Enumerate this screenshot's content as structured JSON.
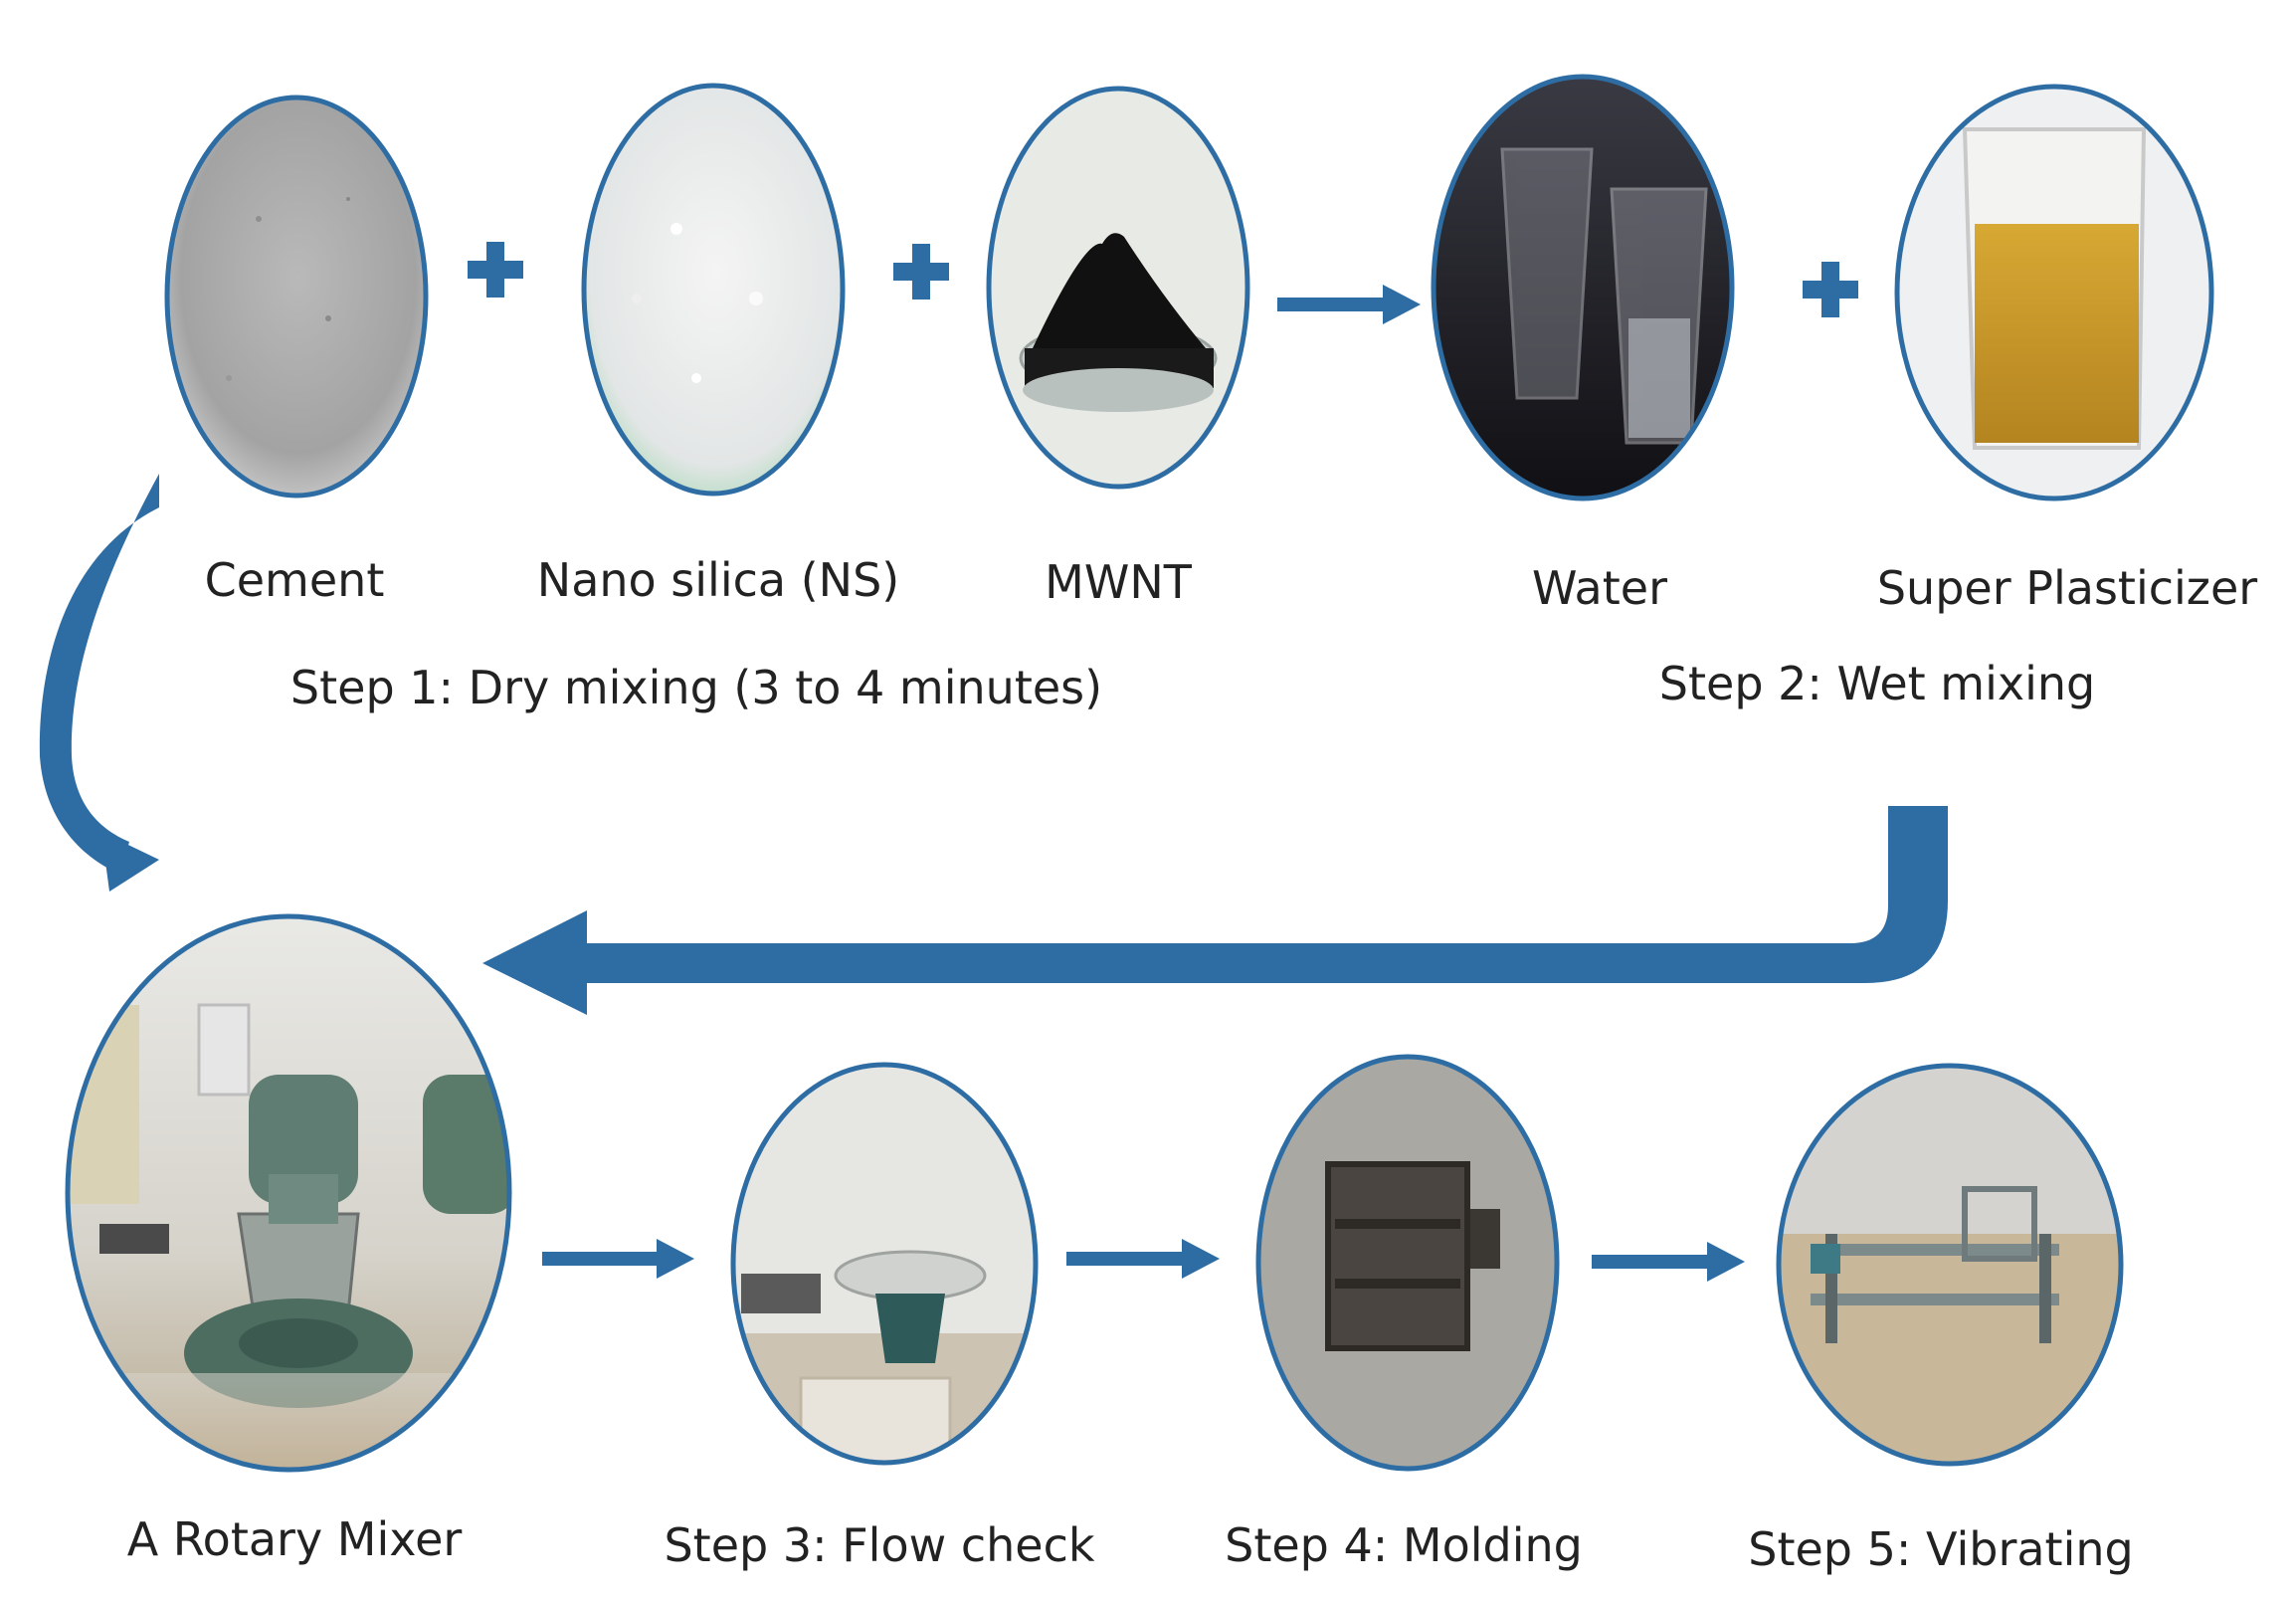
{
  "colors": {
    "arrow": "#2e6da4",
    "ellipse_border": "#2e6da4"
  },
  "top_row": {
    "items": [
      {
        "label": "Cement",
        "image": "cement-powder"
      },
      {
        "label": "Nano silica (NS)",
        "image": "nano-silica-powder"
      },
      {
        "label": "MWNT",
        "image": "mwnt-black-powder"
      },
      {
        "label": "Water",
        "image": "water-cups"
      },
      {
        "label": "Super Plasticizer",
        "image": "plasticizer-beaker"
      }
    ],
    "operators": [
      "+",
      "+",
      "+"
    ]
  },
  "steps": {
    "step1": "Step 1: Dry mixing (3 to 4 minutes)",
    "step2": "Step 2: Wet mixing"
  },
  "bottom_row": {
    "items": [
      {
        "label": "A Rotary Mixer",
        "image": "rotary-mixer"
      },
      {
        "label": "Step 3: Flow check",
        "image": "flow-table"
      },
      {
        "label": "Step 4: Molding",
        "image": "mold"
      },
      {
        "label": "Step 5: Vibrating",
        "image": "vibrating-table"
      }
    ]
  }
}
